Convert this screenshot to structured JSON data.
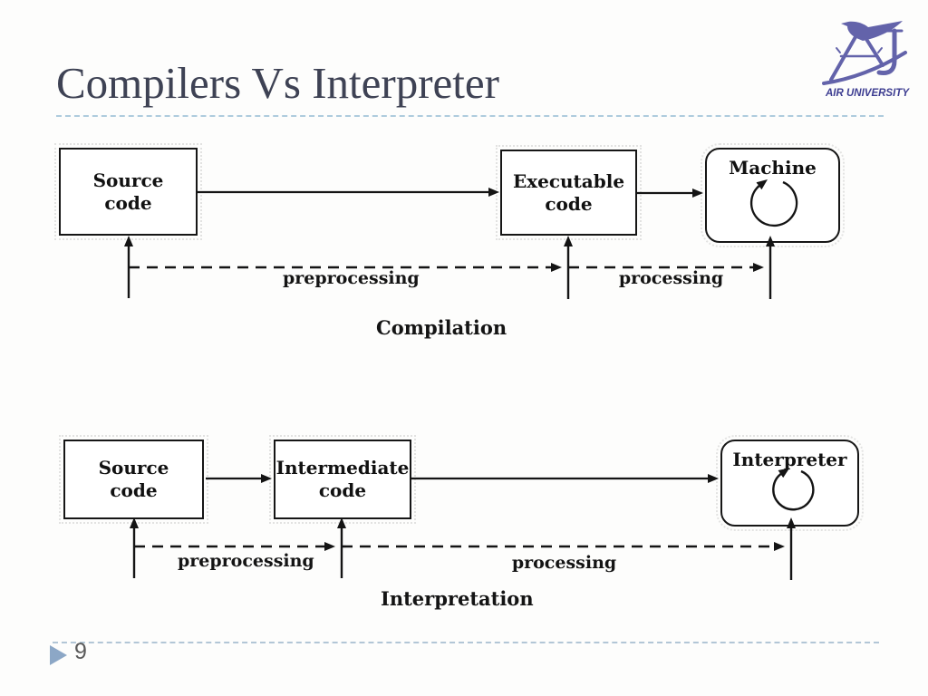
{
  "title": "Compilers Vs Interpreter",
  "page_number": "9",
  "logo": {
    "text": "AIR UNIVERSITY",
    "color": "#6363aa",
    "text_color": "#3d3d91"
  },
  "compilation": {
    "caption": "Compilation",
    "source": {
      "line1": "Source",
      "line2": "code"
    },
    "executable": {
      "line1": "Executable",
      "line2": "code"
    },
    "machine": {
      "label": "Machine"
    },
    "labels": {
      "preprocessing": "preprocessing",
      "processing": "processing"
    }
  },
  "interpretation": {
    "caption": "Interpretation",
    "source": {
      "line1": "Source",
      "line2": "code"
    },
    "intermediate": {
      "line1": "Intermediate",
      "line2": "code"
    },
    "interpreter": {
      "label": "Interpreter"
    },
    "labels": {
      "preprocessing": "preprocessing",
      "processing": "processing"
    }
  },
  "colors": {
    "title_text": "#3e4254",
    "dashed_rule": "#aecbdd",
    "diagram_ink": "#141414",
    "page_marker": "#8ca7c6",
    "page_number_text": "#5a5a5a"
  }
}
